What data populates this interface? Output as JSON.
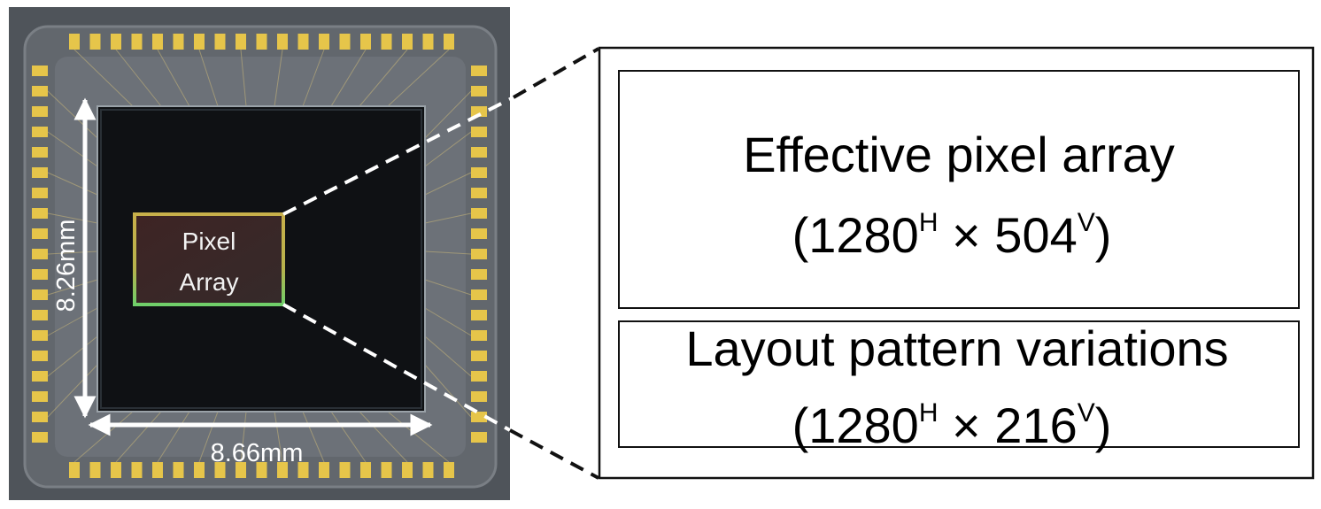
{
  "photo": {
    "pixel_array_label_line1": "Pixel",
    "pixel_array_label_line2": "Array",
    "height_dimension": "8.26mm",
    "width_dimension": "8.66mm"
  },
  "zoom_panel": {
    "upper_section": {
      "title": "Effective pixel array",
      "size_open": "(1280",
      "h_sup": "H",
      "times": " × 504",
      "v_sup": "V",
      "size_close": ")"
    },
    "lower_section": {
      "title": "Layout pattern variations",
      "size_open": "(1280",
      "h_sup": "H",
      "times": " × 216",
      "v_sup": "V",
      "size_close": ")"
    }
  },
  "colors": {
    "background": "#ffffff",
    "package": "#5b6066",
    "package_inner": "#6b7077",
    "die": "#0f1114",
    "bond_pad": "#e6c54a",
    "pixel_region": "#3a2424",
    "pixel_border": "#c2a94a",
    "dimension_arrow": "#ffffff",
    "callout_line": "#111111",
    "panel_border": "#111111"
  }
}
